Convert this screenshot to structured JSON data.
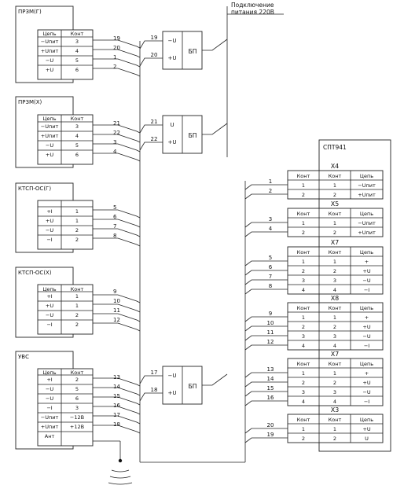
{
  "supply_label": [
    "Подключение",
    "питания 220В"
  ],
  "left_blocks": [
    {
      "title": "ПРЗМ(Г)",
      "headers": [
        "Цепь",
        "Конт"
      ],
      "rows": [
        [
          "−Uпит",
          "3"
        ],
        [
          "+Uпит",
          "4"
        ],
        [
          "−U",
          "5"
        ],
        [
          "+U",
          "6"
        ]
      ],
      "wires": [
        "19",
        "20",
        "1",
        "2"
      ]
    },
    {
      "title": "ПРЗМ(Х)",
      "headers": [
        "Цепь",
        "Конт"
      ],
      "rows": [
        [
          "−Uпит",
          "3"
        ],
        [
          "+Uпит",
          "4"
        ],
        [
          "−U",
          "5"
        ],
        [
          "+U",
          "6"
        ]
      ],
      "wires": [
        "21",
        "22",
        "3",
        "4"
      ]
    },
    {
      "title": "КТСП-ОС(Г)",
      "headers": [],
      "rows": [
        [
          "+I",
          "1"
        ],
        [
          "+U",
          "1"
        ],
        [
          "−U",
          "2"
        ],
        [
          "−I",
          "2"
        ]
      ],
      "wires": [
        "5",
        "6",
        "7",
        "8"
      ]
    },
    {
      "title": "КТСП-ОС(Х)",
      "headers": [
        "Цепь",
        "Конт"
      ],
      "rows": [
        [
          "+I",
          "1"
        ],
        [
          "+U",
          "1"
        ],
        [
          "−U",
          "2"
        ],
        [
          "−I",
          "2"
        ]
      ],
      "wires": [
        "9",
        "10",
        "11",
        "12"
      ]
    },
    {
      "title": "УВС",
      "headers": [
        "Цепь",
        "Конт"
      ],
      "rows": [
        [
          "+I",
          "2"
        ],
        [
          "−U",
          "5"
        ],
        [
          "−U",
          "6"
        ],
        [
          "−I",
          "3"
        ],
        [
          "−Uпит",
          "−12В"
        ],
        [
          "+Uпит",
          "+12В"
        ],
        [
          "Ант",
          ""
        ]
      ],
      "wires": [
        "13",
        "14",
        "15",
        "16",
        "17",
        "18"
      ]
    }
  ],
  "psu_blocks": [
    {
      "label": "БП",
      "pins": [
        [
          "19",
          "−U"
        ],
        [
          "20",
          "+U"
        ]
      ]
    },
    {
      "label": "БП",
      "pins": [
        [
          "21",
          "U"
        ],
        [
          "22",
          "+U"
        ]
      ]
    },
    {
      "label": "БП",
      "pins": [
        [
          "17",
          "−U"
        ],
        [
          "18",
          "+U"
        ]
      ]
    }
  ],
  "device": {
    "title": "СПТ941",
    "connectors": [
      {
        "name": "X4",
        "headers": [
          "Конт",
          "Конт",
          "Цепь"
        ],
        "rows": [
          [
            "1",
            "1",
            "−Uпит"
          ],
          [
            "2",
            "2",
            "+Uпит"
          ]
        ],
        "wires": [
          "1",
          "2"
        ]
      },
      {
        "name": "X5",
        "headers": [
          "Конт",
          "Конт",
          "Цепь"
        ],
        "rows": [
          [
            "1",
            "1",
            "−Uпит"
          ],
          [
            "2",
            "2",
            "+Uпит"
          ]
        ],
        "wires": [
          "3",
          "4"
        ]
      },
      {
        "name": "X7",
        "headers": [
          "Конт",
          "Конт",
          "Цепь"
        ],
        "rows": [
          [
            "1",
            "1",
            "+"
          ],
          [
            "2",
            "2",
            "+U"
          ],
          [
            "3",
            "3",
            "−U"
          ],
          [
            "4",
            "4",
            "−I"
          ]
        ],
        "wires": [
          "5",
          "6",
          "7",
          "8"
        ]
      },
      {
        "name": "X8",
        "headers": [
          "Конт",
          "Конт",
          "Цепь"
        ],
        "rows": [
          [
            "1",
            "1",
            "+"
          ],
          [
            "2",
            "2",
            "+U"
          ],
          [
            "3",
            "3",
            "−U"
          ],
          [
            "4",
            "4",
            "−I"
          ]
        ],
        "wires": [
          "9",
          "10",
          "11",
          "12"
        ]
      },
      {
        "name": "X7",
        "headers": [
          "Конт",
          "Конт",
          "Цепь"
        ],
        "rows": [
          [
            "1",
            "1",
            "+"
          ],
          [
            "2",
            "2",
            "+U"
          ],
          [
            "3",
            "3",
            "−U"
          ],
          [
            "4",
            "4",
            "−I"
          ]
        ],
        "wires": [
          "13",
          "14",
          "15",
          "16"
        ]
      },
      {
        "name": "X3",
        "headers": [
          "Конт",
          "Конт",
          "Цепь"
        ],
        "rows": [
          [
            "1",
            "1",
            "+U"
          ],
          [
            "2",
            "2",
            "U"
          ]
        ],
        "wires": [
          "20",
          "19"
        ]
      }
    ]
  }
}
